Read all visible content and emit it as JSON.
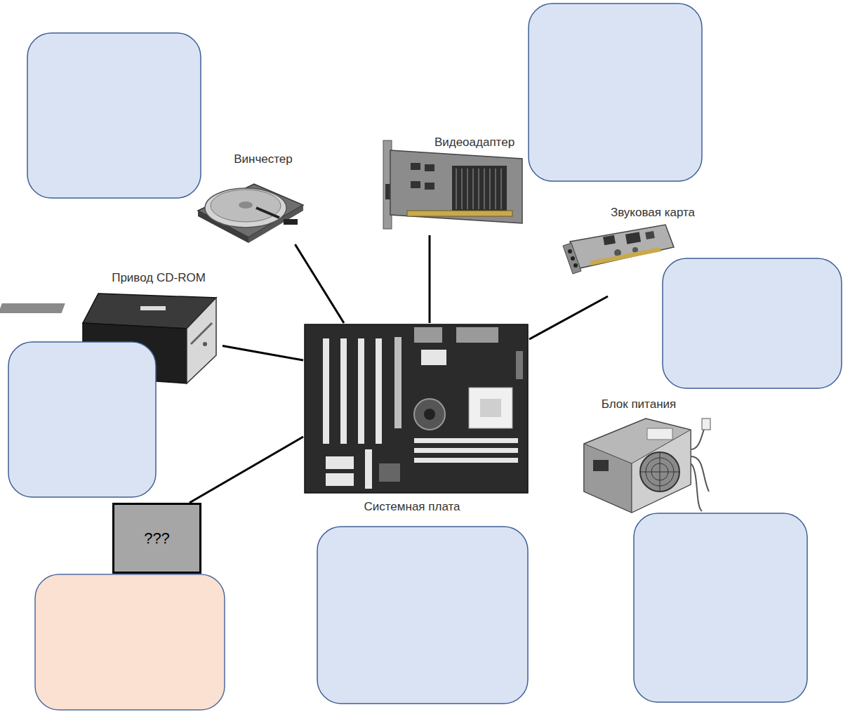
{
  "diagram": {
    "nodes": [
      {
        "text": [
          "Винчестер"
        ]
      },
      {
        "text": [
          "Видеоадаптер"
        ]
      },
      {
        "text": [
          "Звуковая карта"
        ]
      },
      {
        "text": [
          "Привод CD-ROM"
        ]
      },
      {
        "text": [
          "Системная плата"
        ]
      },
      {
        "text": [
          "Блок питания"
        ]
      },
      {
        "text": [
          "???"
        ]
      }
    ],
    "edges": [
      {
        "from": 4,
        "to": 0,
        "arrow": "none"
      },
      {
        "from": 4,
        "to": 1,
        "arrow": "none"
      },
      {
        "from": 4,
        "to": 2,
        "arrow": "none"
      },
      {
        "from": 4,
        "to": 3,
        "arrow": "none"
      },
      {
        "from": 4,
        "to": 6,
        "arrow": "none"
      }
    ]
  }
}
